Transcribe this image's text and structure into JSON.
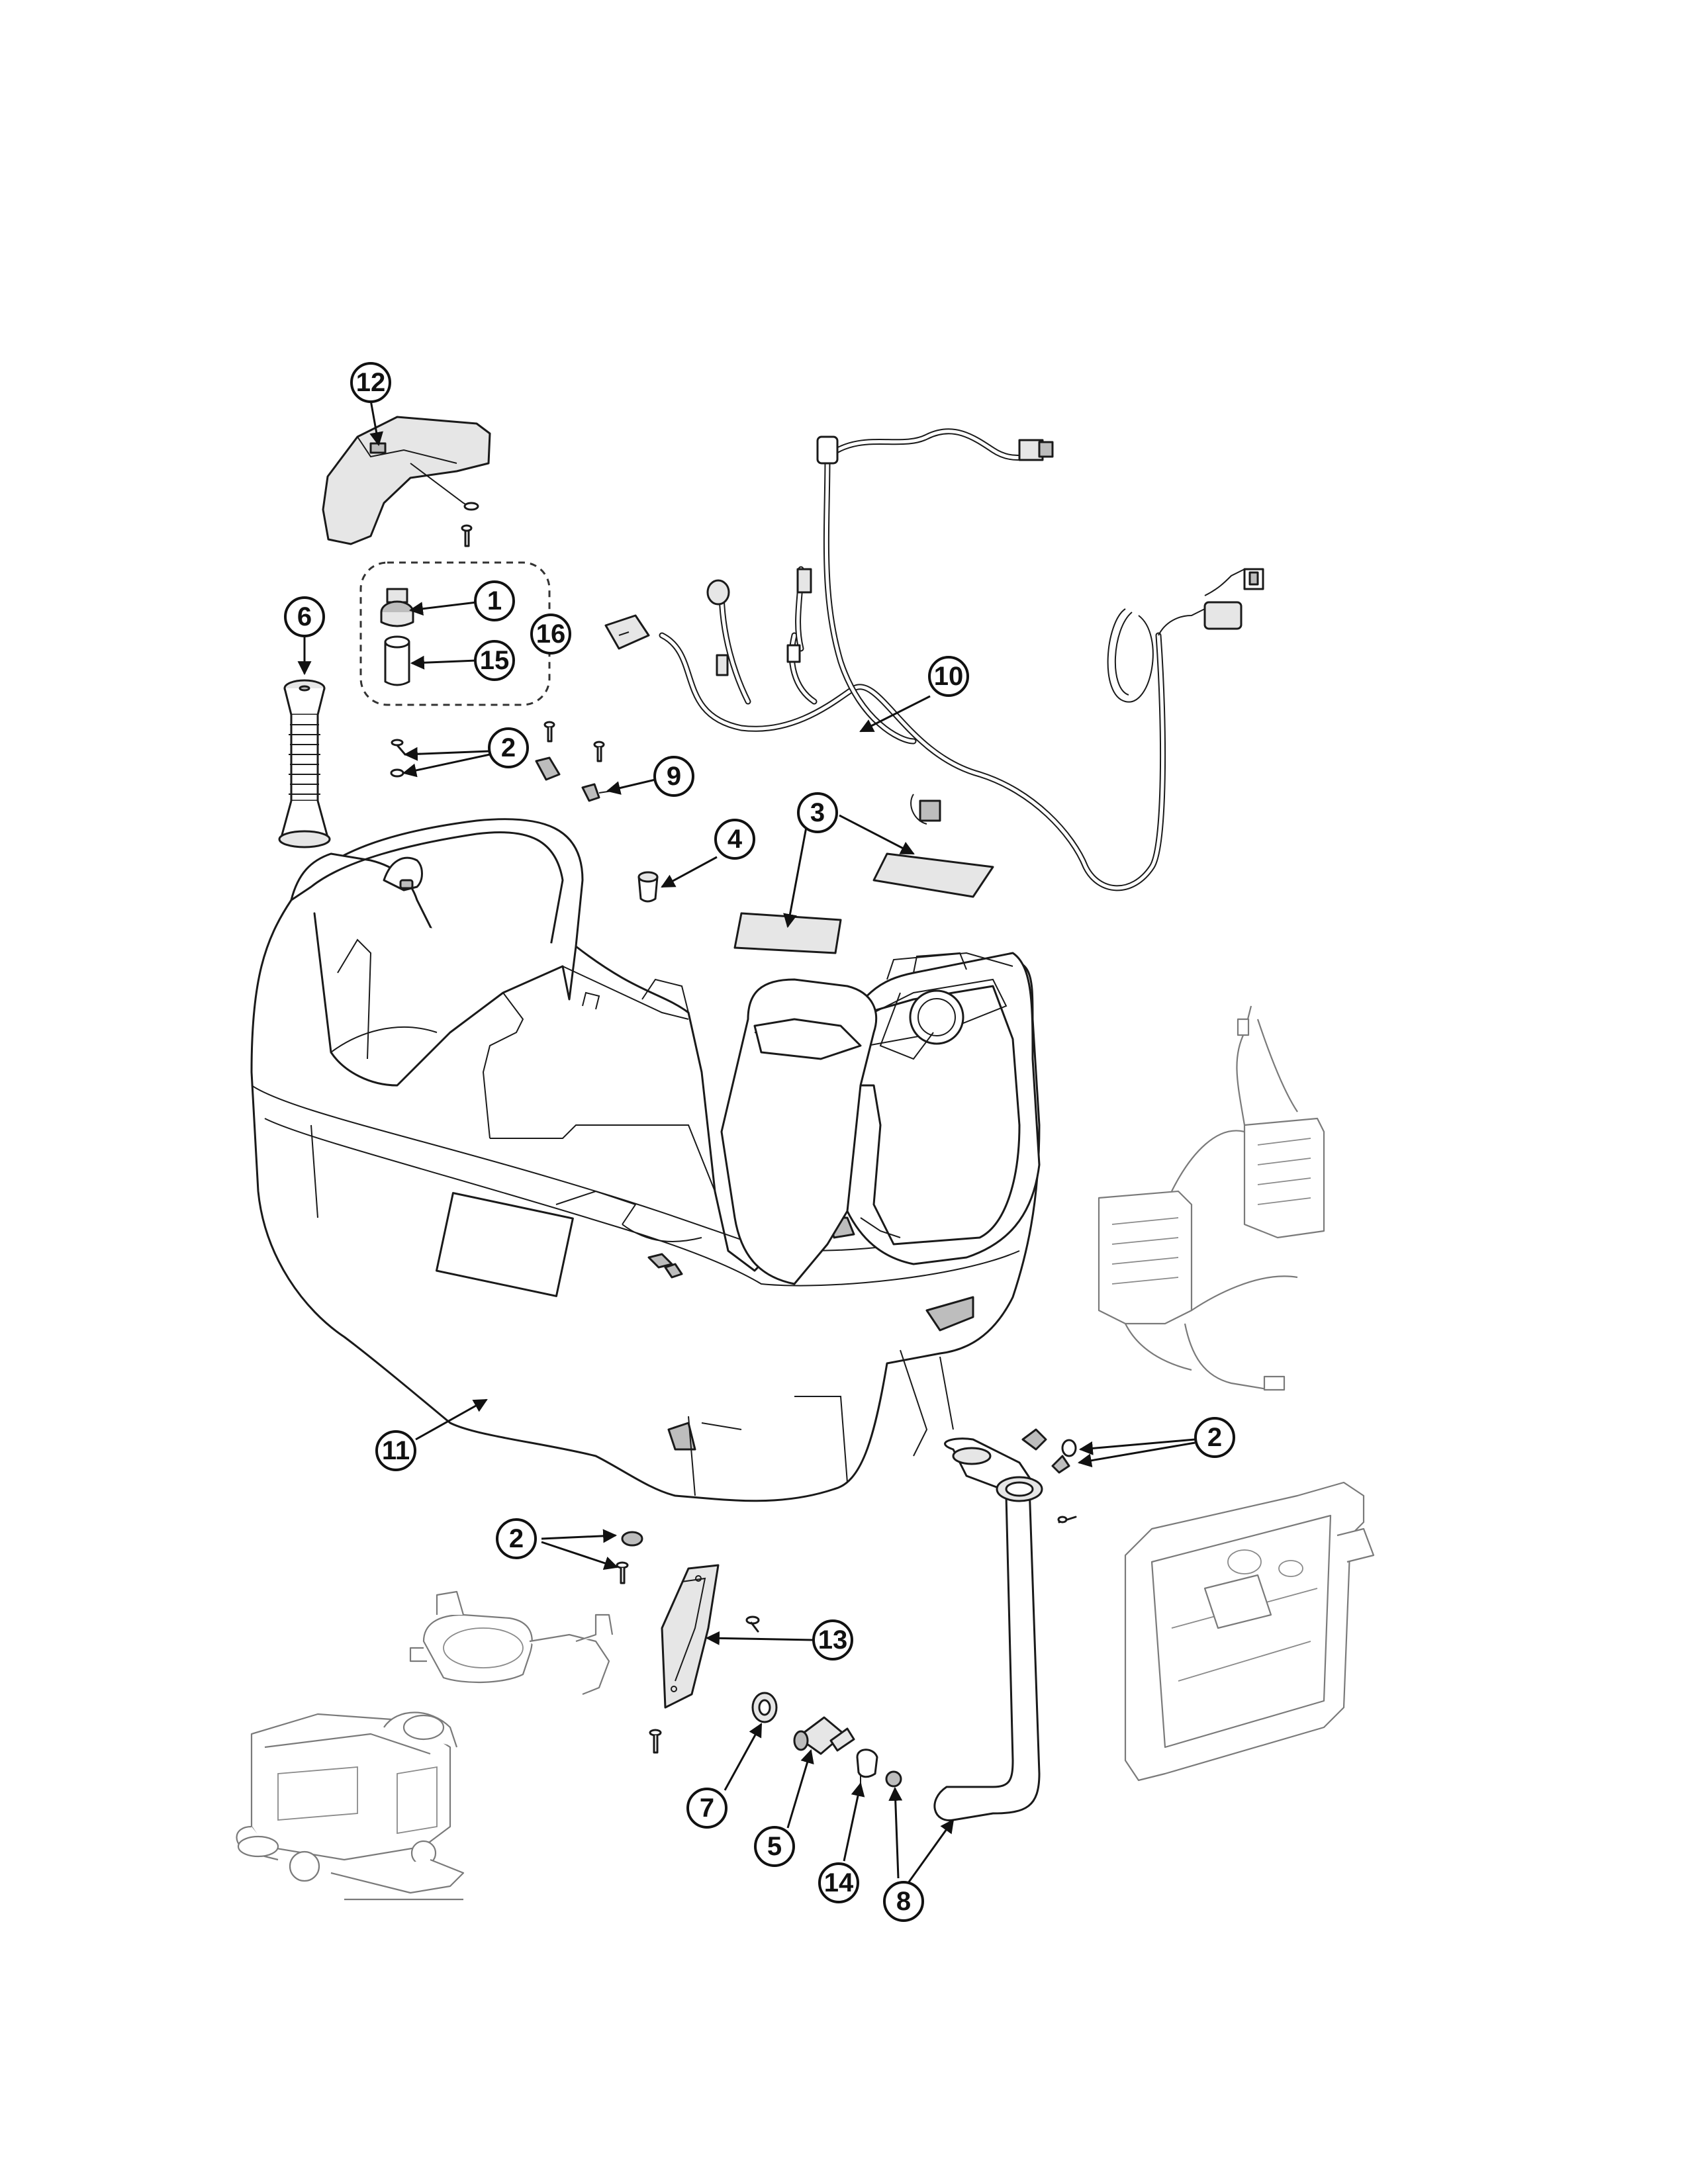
{
  "callouts": [
    {
      "id": "c12",
      "label": "12"
    },
    {
      "id": "c1",
      "label": "1"
    },
    {
      "id": "c16",
      "label": "16"
    },
    {
      "id": "c15",
      "label": "15"
    },
    {
      "id": "c6",
      "label": "6"
    },
    {
      "id": "c2a",
      "label": "2"
    },
    {
      "id": "c9",
      "label": "9"
    },
    {
      "id": "c10",
      "label": "10"
    },
    {
      "id": "c4",
      "label": "4"
    },
    {
      "id": "c3",
      "label": "3"
    },
    {
      "id": "c2b",
      "label": "2"
    },
    {
      "id": "c11",
      "label": "11"
    },
    {
      "id": "c2c",
      "label": "2"
    },
    {
      "id": "c13",
      "label": "13"
    },
    {
      "id": "c7",
      "label": "7"
    },
    {
      "id": "c5",
      "label": "5"
    },
    {
      "id": "c14",
      "label": "14"
    },
    {
      "id": "c8",
      "label": "8"
    }
  ]
}
